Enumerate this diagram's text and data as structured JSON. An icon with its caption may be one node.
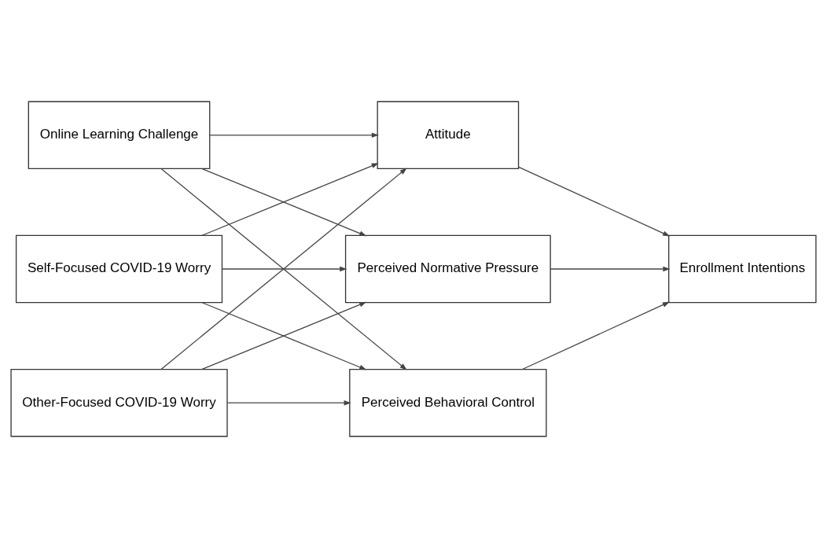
{
  "diagram": {
    "nodes": [
      {
        "text": [
          "Online Learning Challenge"
        ]
      },
      {
        "text": [
          "Self-Focused COVID-19 Worry"
        ]
      },
      {
        "text": [
          "Other-Focused COVID-19 Worry"
        ]
      },
      {
        "text": [
          "Attitude"
        ]
      },
      {
        "text": [
          "Perceived Normative Pressure"
        ]
      },
      {
        "text": [
          "Perceived Behavioral Control"
        ]
      },
      {
        "text": [
          "Enrollment Intentions"
        ]
      }
    ],
    "edges": [
      {
        "from": 0,
        "to": 3,
        "arrow": "to"
      },
      {
        "from": 0,
        "to": 4,
        "arrow": "to"
      },
      {
        "from": 0,
        "to": 5,
        "arrow": "to"
      },
      {
        "from": 1,
        "to": 3,
        "arrow": "to"
      },
      {
        "from": 1,
        "to": 4,
        "arrow": "to"
      },
      {
        "from": 1,
        "to": 5,
        "arrow": "to"
      },
      {
        "from": 2,
        "to": 3,
        "arrow": "to"
      },
      {
        "from": 2,
        "to": 4,
        "arrow": "to"
      },
      {
        "from": 2,
        "to": 5,
        "arrow": "to"
      },
      {
        "from": 3,
        "to": 6,
        "arrow": "to"
      },
      {
        "from": 4,
        "to": 6,
        "arrow": "to"
      },
      {
        "from": 5,
        "to": 6,
        "arrow": "to"
      }
    ]
  }
}
